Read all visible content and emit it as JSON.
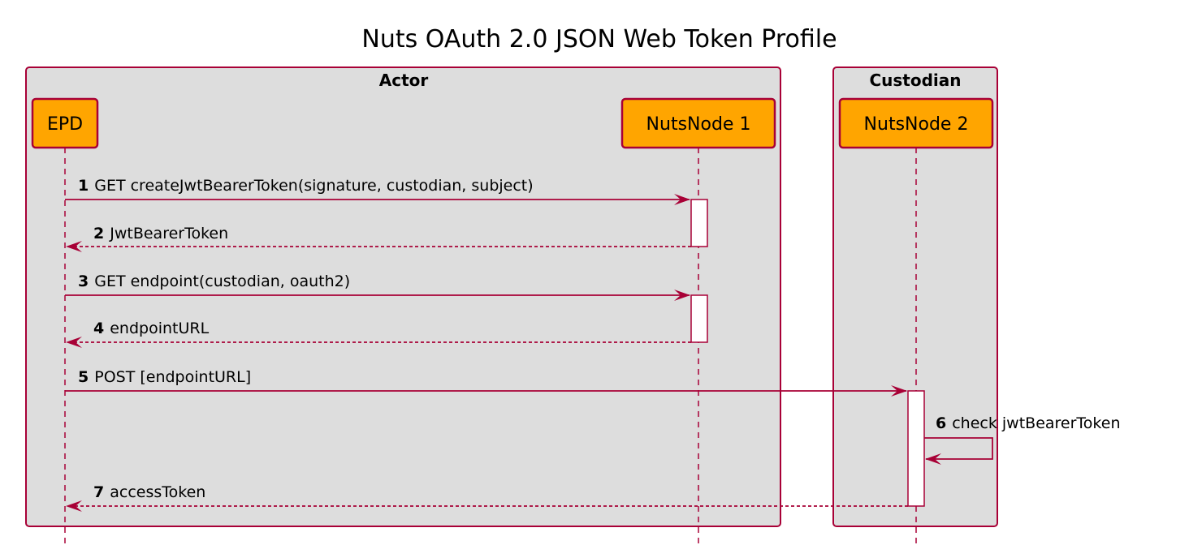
{
  "title": "Nuts OAuth 2.0 JSON Web Token Profile",
  "colors": {
    "arrow": "#A80036",
    "participant_fill": "#FFA500",
    "participant_border": "#A80036",
    "group_fill": "#DDDDDD",
    "group_border": "#A80036",
    "activation_fill": "#FFFFFF"
  },
  "groups": [
    {
      "label": "Actor"
    },
    {
      "label": "Custodian"
    }
  ],
  "participants": [
    {
      "label": "EPD"
    },
    {
      "label": "NutsNode 1"
    },
    {
      "label": "NutsNode 2"
    }
  ],
  "messages": [
    {
      "num": "1",
      "text": "GET createJwtBearerToken(signature, custodian, subject)"
    },
    {
      "num": "2",
      "text": "JwtBearerToken"
    },
    {
      "num": "3",
      "text": "GET endpoint(custodian, oauth2)"
    },
    {
      "num": "4",
      "text": "endpointURL"
    },
    {
      "num": "5",
      "text": "POST [endpointURL]"
    },
    {
      "num": "6",
      "text": "check jwtBearerToken"
    },
    {
      "num": "7",
      "text": "accessToken"
    }
  ]
}
